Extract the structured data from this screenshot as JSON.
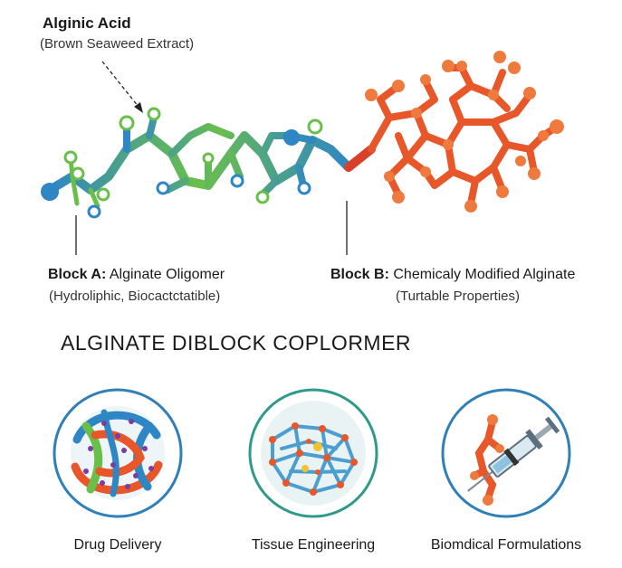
{
  "header": {
    "title": "Alginic Acid",
    "subtitle": "(Brown Seaweed Extract)"
  },
  "block_a": {
    "prefix": "Block A:",
    "name": "Alginate Oligomer",
    "properties": "(Hydroliphic, Biocactctatible)"
  },
  "block_b": {
    "prefix": "Block B:",
    "name": "Chemicaly Modified Alginate",
    "properties": "(Turtable Properties)"
  },
  "heading": "ALGINATE DIBLOCK COPLORMER",
  "applications": [
    {
      "label": "Drug Delivery",
      "icon": "nanoparticle-icon",
      "ring_color": "#2f7fb8"
    },
    {
      "label": "Tissue Engineering",
      "icon": "hydrogel-scaffold-icon",
      "ring_color": "#2f9a8a"
    },
    {
      "label": "Biomdical Formulations",
      "icon": "syringe-icon",
      "ring_color": "#2f7fb8"
    }
  ],
  "colors": {
    "block_a_blue": "#2f86c4",
    "block_a_green": "#6abf4b",
    "block_b_orange": "#e8572a",
    "block_b_red": "#d9402a"
  }
}
